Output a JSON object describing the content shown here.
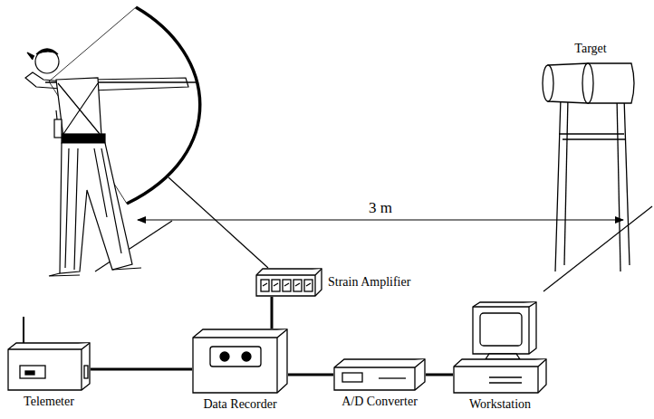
{
  "diagram": {
    "nodes": [
      {
        "text": [
          "Target"
        ]
      },
      {
        "text": [
          "Strain Amplifier"
        ]
      },
      {
        "text": [
          "Telemeter"
        ]
      },
      {
        "text": [
          "Data Recorder"
        ]
      },
      {
        "text": [
          "A/D Converter"
        ]
      },
      {
        "text": [
          "Workstation"
        ]
      }
    ],
    "edges": [
      {
        "from": 1,
        "to": 3,
        "arrow": "none"
      },
      {
        "from": 2,
        "to": 3,
        "arrow": "none"
      },
      {
        "from": 3,
        "to": 4,
        "arrow": "none"
      },
      {
        "from": 4,
        "to": 5,
        "arrow": "none"
      }
    ],
    "labels": [
      "3 m"
    ]
  }
}
